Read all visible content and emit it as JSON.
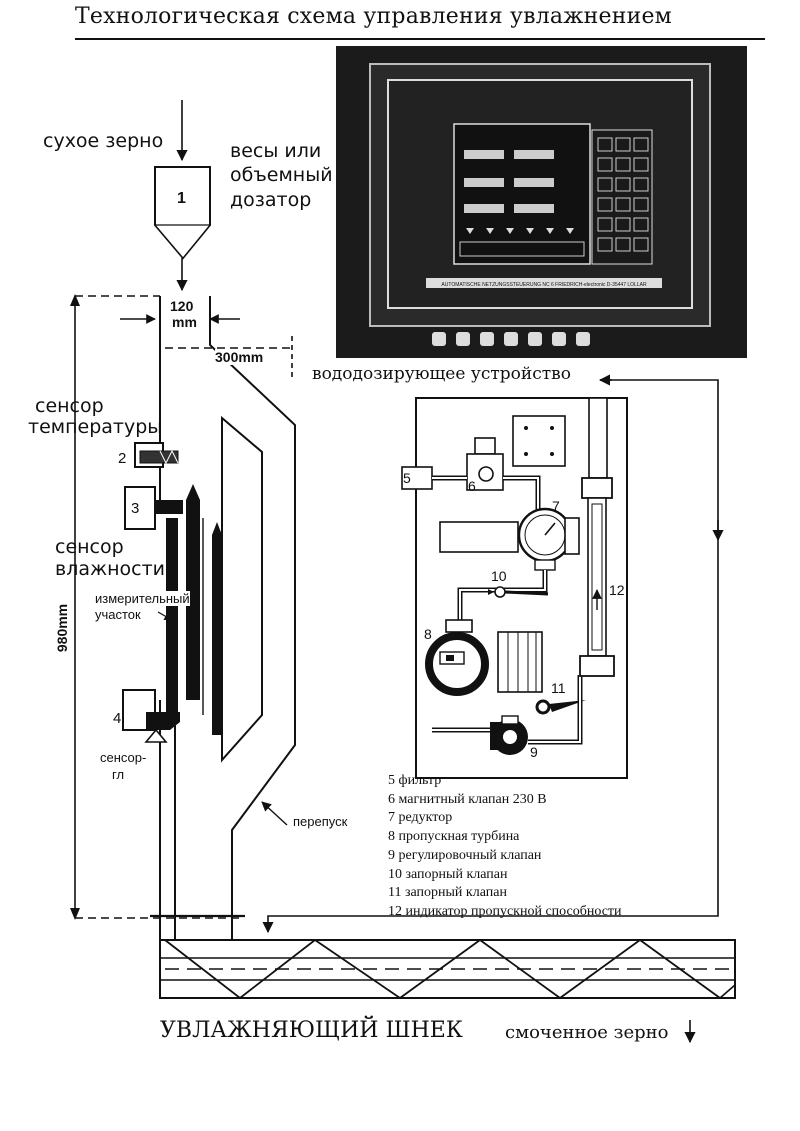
{
  "title": "Технологическая схема управления увлажнением",
  "labels": {
    "dry_grain": "сухое зерно",
    "scale_l1": "весы или",
    "scale_l2": "объемный",
    "scale_l3": "дозатор",
    "box1": "1",
    "dim_width_1": "120",
    "dim_width_2": "mm",
    "dim_300": "300mm",
    "dim_980": "980mm",
    "temp_sensor_1": "сенсор",
    "temp_sensor_2": "температуры",
    "num2": "2",
    "num3": "3",
    "num4": "4",
    "moist_sensor_1": "сенсор",
    "moist_sensor_2": "влажности",
    "meas_1": "измерительный",
    "meas_2": "участок",
    "sensor_gl_1": "сенсор-",
    "sensor_gl_2": "гл",
    "bypass": "перепуск",
    "dosing_unit": "вододозирующее устройство",
    "auger": "УВЛАЖНЯЮЩИЙ ШНЕК",
    "wet_grain": "смоченное зерно",
    "n5": "5",
    "n6": "6",
    "n7": "7",
    "n8": "8",
    "n9": "9",
    "n10": "10",
    "n11": "11",
    "n12": "12"
  },
  "legend": [
    "5 фильтр",
    "6 магнитный клапан 230 В",
    "7 редуктор",
    "8 пропускная турбина",
    "9 регулировочный клапан",
    "10 запорный клапан",
    "11 запорный клапан",
    "12 индикатор пропускной способности"
  ],
  "panel_caption": "AUTOMATISCHE NETZUNGSSTEUERUNG NC 6 FRIEDRICH-electronic D-35447 LOLLAR"
}
